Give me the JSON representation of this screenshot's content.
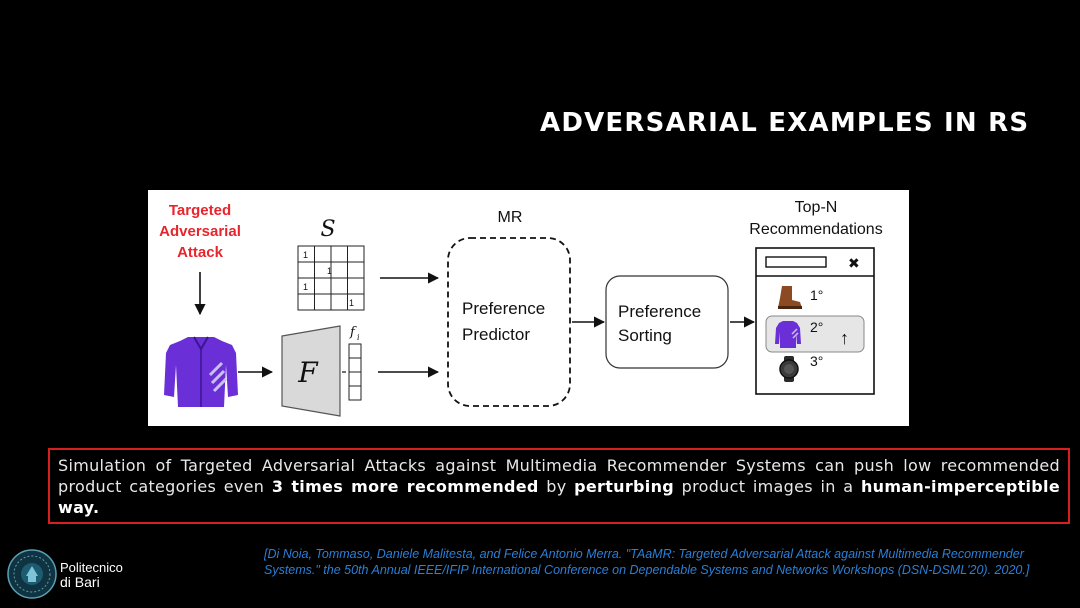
{
  "slide": {
    "title": "ADVERSARIAL EXAMPLES IN RS"
  },
  "diagram": {
    "attack_label_line1": "Targeted",
    "attack_label_line2": "Adversarial",
    "attack_label_line3": "Attack",
    "matrix_symbol": "S",
    "matrix_cells": [
      "1",
      "1",
      "1",
      "1"
    ],
    "feature_extractor_symbol": "F",
    "feature_vector_symbol": "f",
    "feature_vector_subscript": "i",
    "mr_label": "MR",
    "predictor_line1": "Preference",
    "predictor_line2": "Predictor",
    "sorting_line1": "Preference",
    "sorting_line2": "Sorting",
    "topn_line1": "Top-N",
    "topn_line2": "Recommendations",
    "close_symbol": "✖",
    "ranks": [
      "1°",
      "2°",
      "3°"
    ],
    "rank_icons": [
      "boot-icon",
      "jacket-icon",
      "watch-icon"
    ],
    "up_arrow_symbol": "↑",
    "colors": {
      "attack_red": "#e8242c",
      "jacket_purple": "#6a2fd6"
    }
  },
  "summary": {
    "part1": "Simulation of Targeted Adversarial Attacks against Multimedia Recommender Systems can push low recommended product categories even ",
    "bold1": "3 times more recommended",
    "part2": " by ",
    "bold2": "perturbing",
    "part3": " product images in a ",
    "bold3": "human-imperceptible way."
  },
  "citation": {
    "text": "[Di Noia, Tommaso, Daniele Malitesta, and Felice Antonio Merra. \"TAaMR: Targeted Adversarial Attack against Multimedia Recommender Systems.\" the 50th Annual IEEE/IFIP International Conference on Dependable Systems and Networks Workshops (DSN-DSML'20). 2020.]"
  },
  "logo": {
    "line1": "Politecnico",
    "line2": "di Bari",
    "icon": "university-seal-icon"
  }
}
